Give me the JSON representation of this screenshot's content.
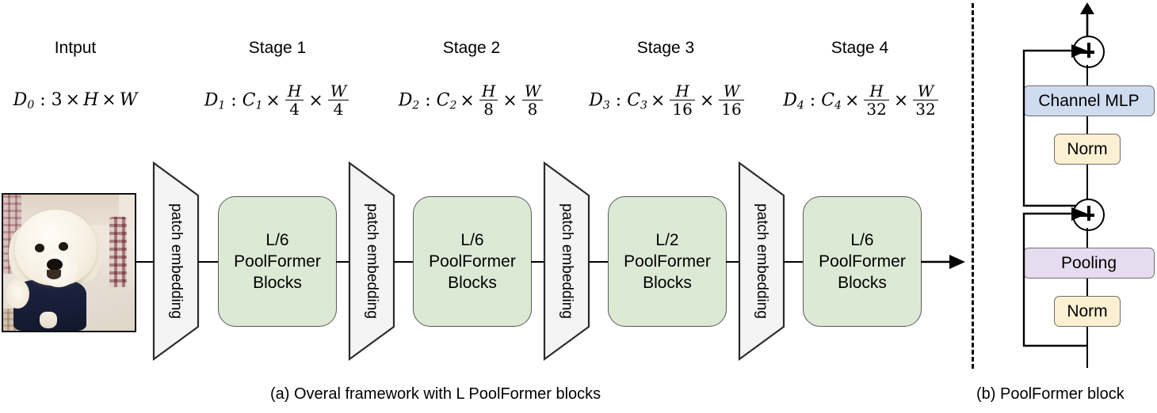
{
  "figure": {
    "panel_a": {
      "caption": "(a) Overal framework with L PoolFormer blocks",
      "input_label": "Intput",
      "stages": [
        {
          "title": "Stage 1",
          "dim_symbol": "D",
          "dim_index": "1",
          "channels": "C",
          "channel_index": "1",
          "h_div": "4",
          "w_div": "4",
          "patch_embed_label": "patch embedding",
          "block_line1": "L/6",
          "block_line2": "PoolFormer",
          "block_line3": "Blocks",
          "depth_fraction": "L/6"
        },
        {
          "title": "Stage 2",
          "dim_symbol": "D",
          "dim_index": "2",
          "channels": "C",
          "channel_index": "2",
          "h_div": "8",
          "w_div": "8",
          "patch_embed_label": "patch embedding",
          "block_line1": "L/6",
          "block_line2": "PoolFormer",
          "block_line3": "Blocks",
          "depth_fraction": "L/6"
        },
        {
          "title": "Stage 3",
          "dim_symbol": "D",
          "dim_index": "3",
          "channels": "C",
          "channel_index": "3",
          "h_div": "16",
          "w_div": "16",
          "patch_embed_label": "patch embedding",
          "block_line1": "L/2",
          "block_line2": "PoolFormer",
          "block_line3": "Blocks",
          "depth_fraction": "L/2"
        },
        {
          "title": "Stage 4",
          "dim_symbol": "D",
          "dim_index": "4",
          "channels": "C",
          "channel_index": "4",
          "h_div": "32",
          "w_div": "32",
          "patch_embed_label": "patch embedding",
          "block_line1": "L/6",
          "block_line2": "PoolFormer",
          "block_line3": "Blocks",
          "depth_fraction": "L/6"
        }
      ],
      "input_dim": {
        "symbol": "D",
        "index": "0",
        "colon": ":",
        "channels": "3",
        "height": "H",
        "width": "W"
      },
      "symbols": {
        "times": "×",
        "colon": ":",
        "height": "H",
        "width": "W"
      },
      "input_image": {
        "alt": "photo of a white Bichon Frise dog wearing a navy shirt on a bed"
      }
    },
    "panel_b": {
      "caption": "(b) PoolFormer block",
      "nodes": {
        "add_top": "+",
        "add_bottom": "+",
        "channel_mlp": "Channel MLP",
        "norm_top": "Norm",
        "pooling": "Pooling",
        "norm_bottom": "Norm"
      }
    },
    "colors": {
      "poolformer_block_fill": "#dce9d5",
      "poolformer_block_stroke": "#5a5a5a",
      "patch_embedding_fill": "#f4f4f4",
      "patch_embedding_stroke": "#2b2b2b",
      "channel_mlp_fill": "#cfdcf0",
      "norm_fill": "#fcf0d2",
      "pooling_fill": "#e7dcef",
      "line": "#000000",
      "background": "#ffffff"
    }
  }
}
